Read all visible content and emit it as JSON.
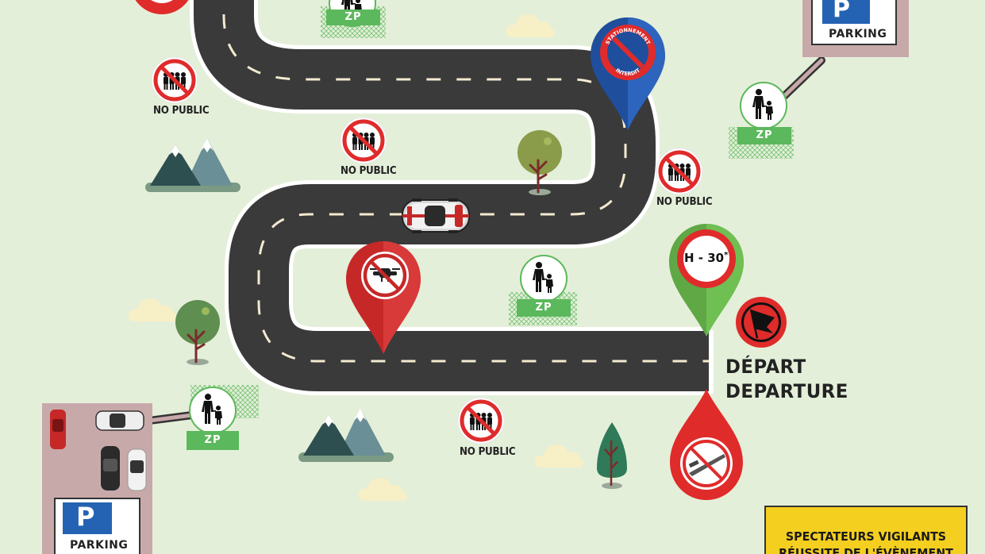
{
  "labels": {
    "no_public": "NO PUBLIC",
    "zp": "ZP",
    "parking": "PARKING",
    "parking_letter": "P",
    "departure_fr": "DÉPART",
    "departure_en": "DEPARTURE",
    "speed_sign": "H - 30",
    "speed_sign_note": "*",
    "no_parking_badge_line1": "STATIONNEMENT",
    "no_parking_badge_line2": "INTERDIT"
  },
  "banner": {
    "line1": "SPECTATEURS VIGILANTS",
    "line2": "RÉUSSITE DE L'ÉVÈNEMENT"
  },
  "colors": {
    "background": "#e4efd9",
    "road": "#3a3a3a",
    "road_edge": "#ffffff",
    "road_dash": "#f3ead0",
    "forbidden_red": "#e02b2b",
    "pin_red": "#c62828",
    "pin_blue": "#1f4e9c",
    "pin_green": "#5fa845",
    "zp_green": "#5cb85c",
    "parking_blue": "#2463b3",
    "parking_lot": "#c8a9aa",
    "banner_yellow": "#f4cf1f"
  },
  "icons": [
    "no-public-icon",
    "spectator-zone-icon",
    "parking-icon",
    "no-parking-pin-icon",
    "no-drone-pin-icon",
    "speed-limit-pin-icon",
    "no-vehicle-pin-icon",
    "start-flag-icon",
    "tree-icon",
    "mountain-icon",
    "cloud-icon",
    "car-icon"
  ]
}
